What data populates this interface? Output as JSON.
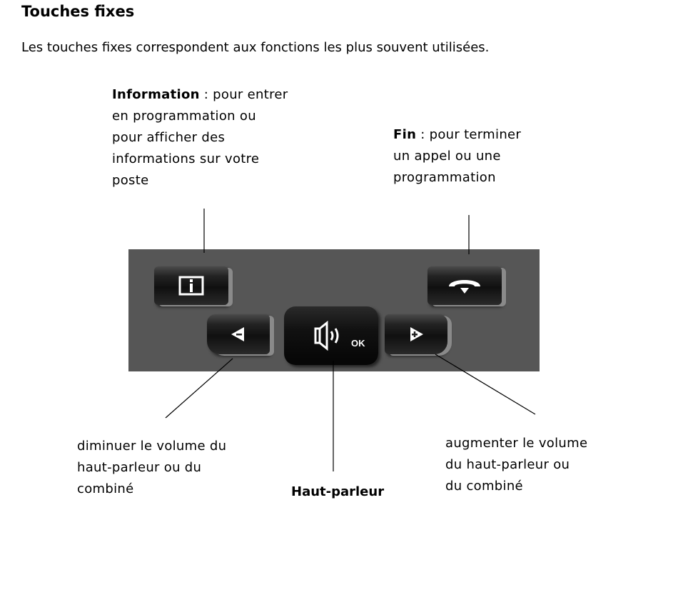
{
  "title": "Touches fixes",
  "intro": "Les touches fixes correspondent aux fonctions les plus souvent utilisées.",
  "callouts": {
    "information": {
      "label": "Information",
      "lines": [
        " : pour entrer",
        "en programmation ou",
        "pour afficher des",
        "informations sur votre",
        "poste"
      ]
    },
    "fin": {
      "label": "Fin",
      "lines": [
        " : pour terminer",
        "un appel ou une",
        "programmation"
      ]
    },
    "minus": {
      "lines": [
        "diminuer le volume du",
        "haut-parleur ou du",
        "combiné"
      ]
    },
    "plus": {
      "lines": [
        "augmenter le volume",
        "du haut-parleur ou",
        "du combiné"
      ]
    },
    "haut_parleur": {
      "label": "Haut-parleur"
    }
  },
  "keys": {
    "ok_label": "OK"
  },
  "colors": {
    "panel": "#565656",
    "key": "#111111",
    "key_highlight": "#8a8a8a"
  }
}
